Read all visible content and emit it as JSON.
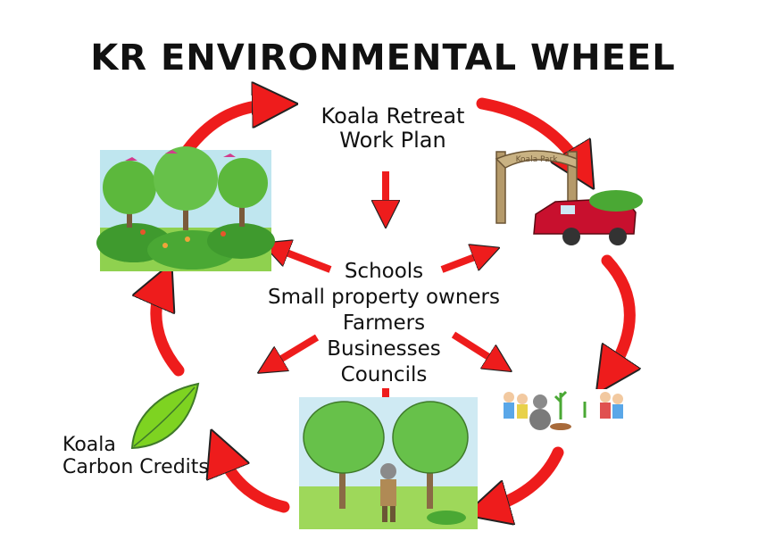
{
  "title": "KR ENVIRONMENTAL WHEEL",
  "work_plan": [
    "Koala Retreat",
    "Work Plan"
  ],
  "participants": [
    "Schools",
    "Small property owners",
    "Farmers",
    "Businesses",
    "Councils"
  ],
  "carbon_credits": [
    "Koala",
    "Carbon Credits"
  ],
  "gate_sign": "Koala Park",
  "colors": {
    "arrow": "#ee1c1c",
    "arrow_outline": "#222222",
    "leaf": "#7ed321",
    "truck": "#c8102e"
  },
  "icons": [
    "forest-scene",
    "park-gate-truck",
    "children-planting",
    "koala-pruning-trees",
    "green-leaf"
  ]
}
